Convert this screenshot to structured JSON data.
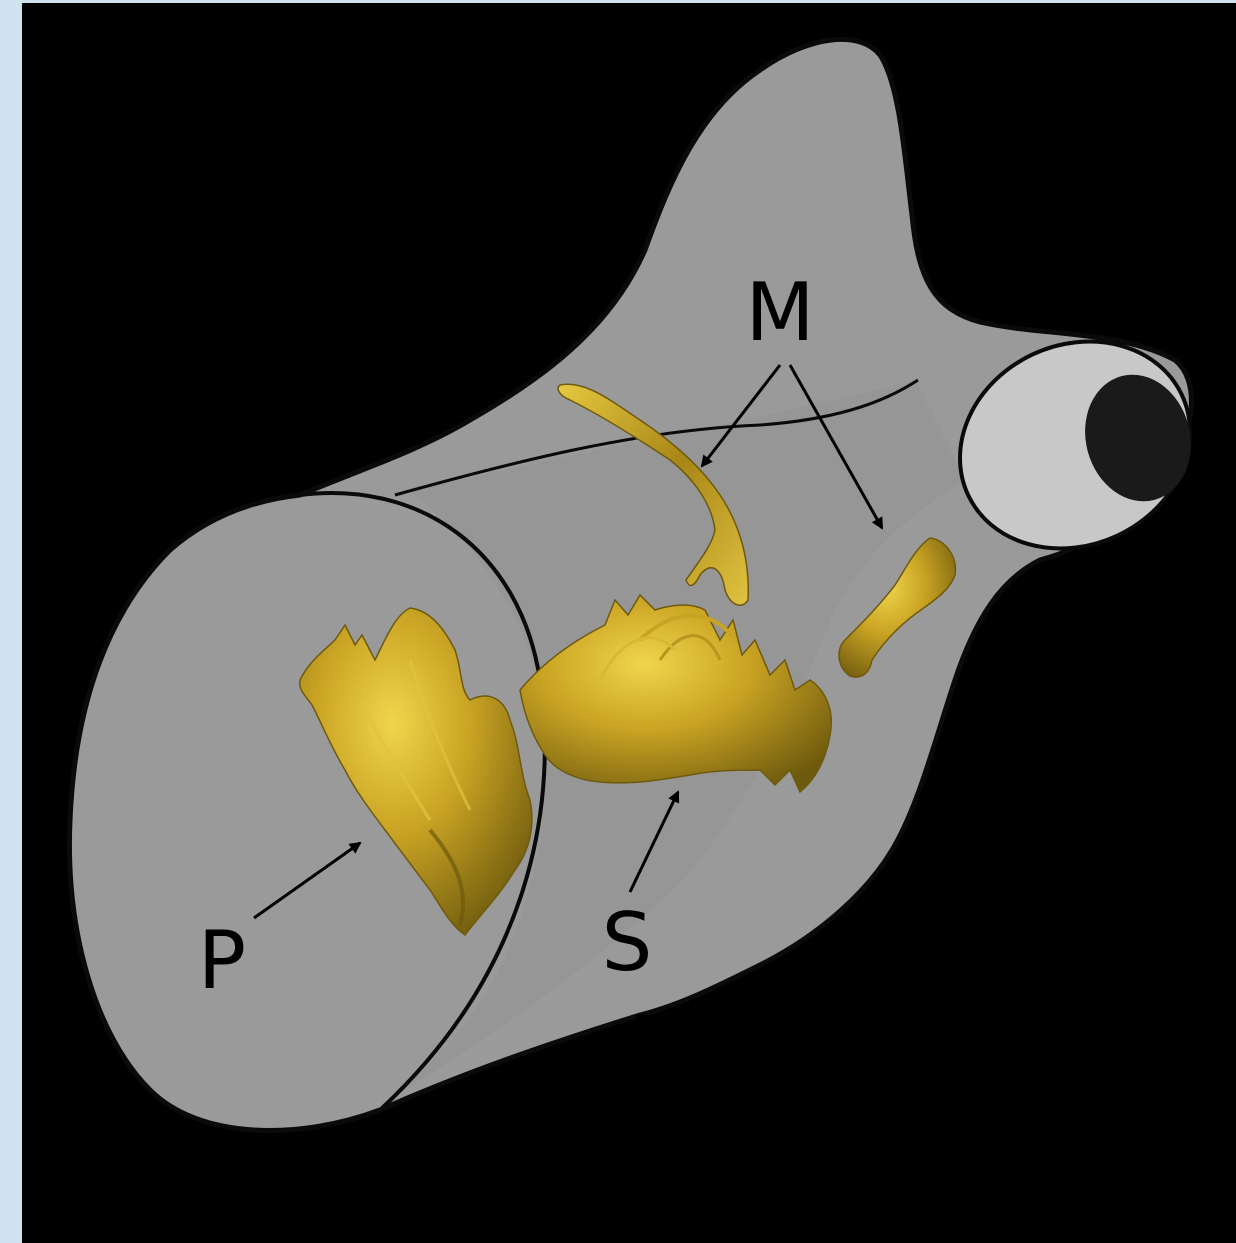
{
  "colors": {
    "frame": "#cfe2f0",
    "background": "#000000",
    "body_gray": "#9a9a9a",
    "end_cap_light": "#c8c8c8",
    "lumen": "#1a1a1a",
    "outline": "#0a0a0a",
    "deposit_gold": "#b8961e",
    "deposit_highlight": "#e0c341",
    "deposit_shadow": "#6e5a0e",
    "annotation": "#000000"
  },
  "labels": {
    "m": "M",
    "s": "S",
    "p": "P"
  }
}
